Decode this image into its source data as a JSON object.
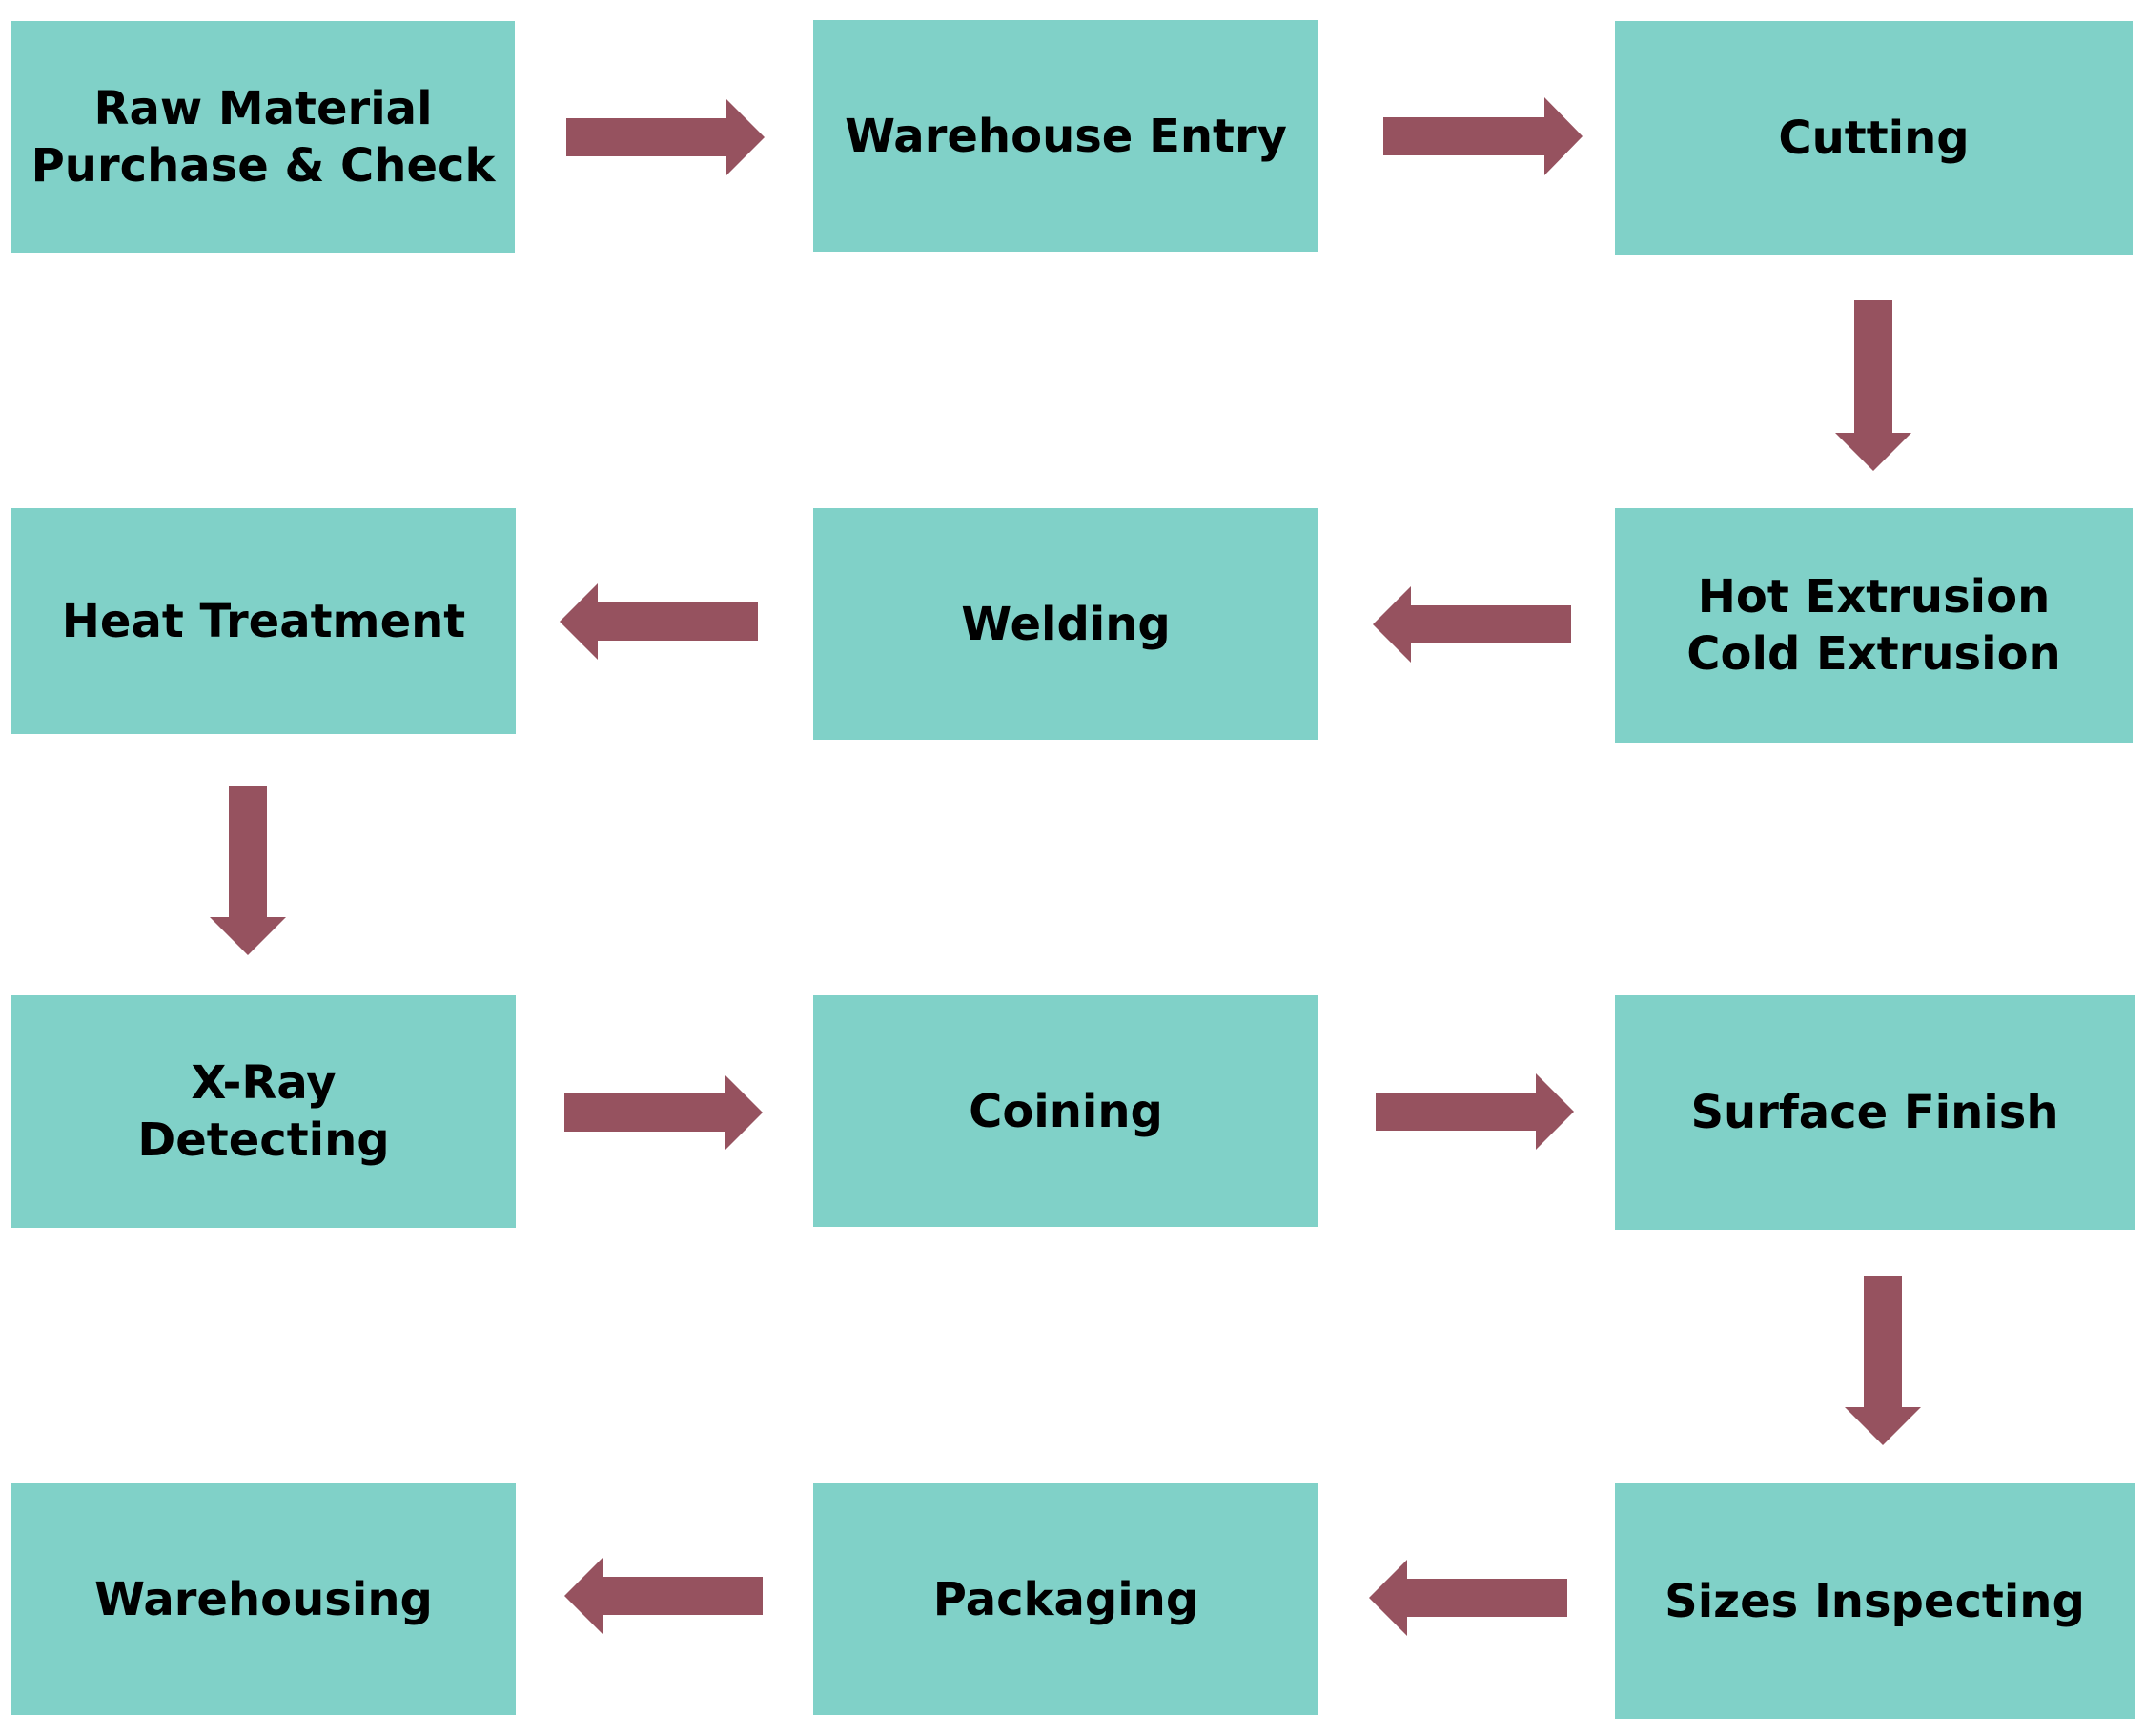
{
  "colors": {
    "box_fill": "#80d1c8",
    "arrow_fill": "#96525f",
    "text": "#000000",
    "background": "#ffffff"
  },
  "steps": {
    "raw_material": {
      "line1": "Raw Material",
      "line2": "Purchase & Check"
    },
    "warehouse_entry": {
      "label": "Warehouse Entry"
    },
    "cutting": {
      "label": "Cutting"
    },
    "extrusion": {
      "line1": "Hot Extrusion",
      "line2": "Cold Extrusion"
    },
    "welding": {
      "label": "Welding"
    },
    "heat_treatment": {
      "label": "Heat Treatment"
    },
    "xray": {
      "line1": "X-Ray",
      "line2": "Detecting"
    },
    "coining": {
      "label": "Coining"
    },
    "surface_finish": {
      "label": "Surface Finish"
    },
    "sizes_inspecting": {
      "label": "Sizes Inspecting"
    },
    "packaging": {
      "label": "Packaging"
    },
    "warehousing": {
      "label": "Warehousing"
    }
  }
}
